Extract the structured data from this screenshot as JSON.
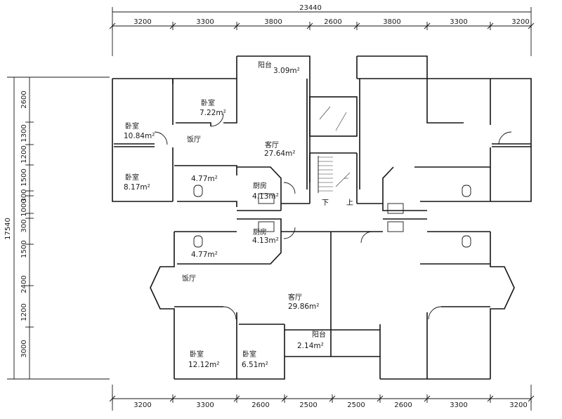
{
  "drawing": {
    "overall_width": "23440",
    "overall_depth": "17540",
    "top_dims": [
      "3200",
      "3300",
      "3800",
      "2600",
      "3800",
      "3300",
      "3200"
    ],
    "bottom_dims": [
      "3200",
      "3300",
      "2600",
      "2500",
      "2500",
      "2600",
      "3300",
      "3200"
    ],
    "left_dims": [
      "2600",
      "1300",
      "1200",
      "1500",
      "300",
      "1000",
      "300",
      "1500",
      "2400",
      "1200",
      "3000"
    ]
  },
  "rooms": {
    "balcony_top": {
      "name": "阳台",
      "area": "3.09m²"
    },
    "bed_a": {
      "name": "卧室",
      "area": "7.22m²"
    },
    "bed_b": {
      "name": "卧室",
      "area": "10.84m²"
    },
    "dining_upper": {
      "name": "饭厅"
    },
    "living_upper": {
      "name": "客厅",
      "area": "27.64m²"
    },
    "bed_c": {
      "name": "卧室",
      "area": "8.17m²"
    },
    "bath_upper": {
      "area": "4.77m²"
    },
    "kitchen_upper": {
      "name": "厨房",
      "area": "4.13m²"
    },
    "kitchen_lower": {
      "name": "厨房",
      "area": "4.13m²"
    },
    "bath_lower": {
      "area": "4.77m²"
    },
    "dining_lower": {
      "name": "饭厅"
    },
    "living_lower": {
      "name": "客厅",
      "area": "29.86m²"
    },
    "balcony_bottom": {
      "name": "阳台",
      "area": "2.14m²"
    },
    "bed_d": {
      "name": "卧室",
      "area": "12.12m²"
    },
    "bed_e": {
      "name": "卧室",
      "area": "6.51m²"
    }
  },
  "stair": {
    "down": "下",
    "up": "上"
  }
}
